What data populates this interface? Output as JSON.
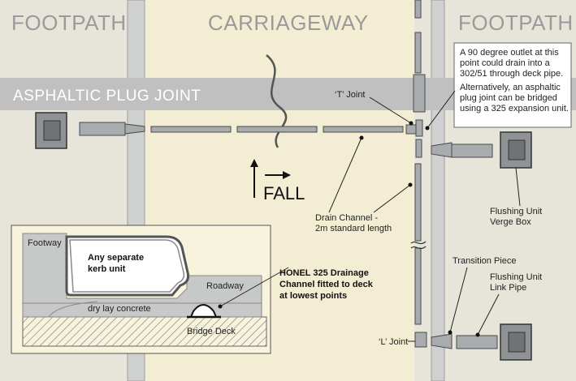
{
  "zones": {
    "footpath_left": "FOOTPATH",
    "carriageway": "CARRIAGEWAY",
    "footpath_right": "FOOTPATH"
  },
  "band_label": "ASPHALTIC PLUG JOINT",
  "fall_label": "FALL",
  "callouts": {
    "t_joint": "‘T’ Joint",
    "l_joint": "‘L’ Joint",
    "drain_channel_line1": "Drain Channel -",
    "drain_channel_line2": "2m standard length",
    "flushing_verge_line1": "Flushing Unit",
    "flushing_verge_line2": "Verge Box",
    "transition_piece": "Transition Piece",
    "flushing_link_line1": "Flushing Unit",
    "flushing_link_line2": "Link Pipe"
  },
  "note_box": {
    "line1": "A 90 degree outlet at this",
    "line2": "point could drain into a",
    "line3": "302/51 through deck pipe.",
    "line4": "Alternatively, an asphaltic",
    "line5": "plug joint can be bridged",
    "line6": "using a 325 expansion unit."
  },
  "section": {
    "footway": "Footway",
    "kerb_line1": "Any separate",
    "kerb_line2": "kerb unit",
    "roadway": "Roadway",
    "concrete": "dry lay concrete",
    "bridge_deck": "Bridge Deck",
    "honel_line1": "HONEL 325 Drainage",
    "honel_line2": "Channel fitted to deck",
    "honel_line3": "at lowest points"
  },
  "colors": {
    "footpath_bg": "#e7e4da",
    "carriageway_bg": "#f3eed3",
    "kerb_strip": "#cfd0d0",
    "band": "#bfc0bf",
    "pipe": "#a8acae",
    "inset_bg": "#f7f3dc"
  }
}
